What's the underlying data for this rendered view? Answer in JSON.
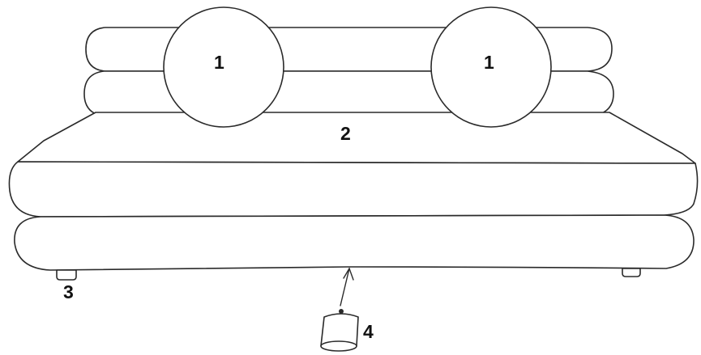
{
  "diagram": {
    "subject": "inflatable sofa",
    "callouts": {
      "pillow_left": "1",
      "pillow_right": "1",
      "seat": "2",
      "foot": "3",
      "pump_part": "4"
    },
    "colors": {
      "stroke": "#2a2a2a",
      "label": "#111111",
      "background": "#ffffff"
    }
  }
}
